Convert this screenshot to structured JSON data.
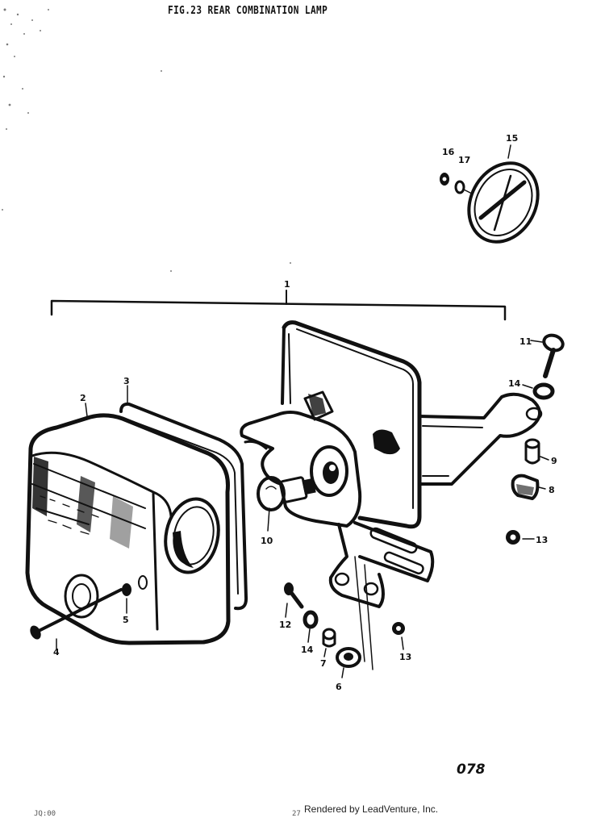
{
  "title": "FIG.23  REAR COMBINATION LAMP",
  "page_code": "078",
  "footer": "Rendered by LeadVenture, Inc.",
  "edge_left": "JQ:00",
  "edge_mid": "27",
  "callouts": {
    "c1": "1",
    "c2": "2",
    "c3": "3",
    "c4": "4",
    "c5": "5",
    "c6": "6",
    "c7": "7",
    "c8": "8",
    "c9": "9",
    "c10": "10",
    "c11": "11",
    "c12": "12",
    "c13a": "13",
    "c13b": "13",
    "c14a": "14",
    "c14b": "14",
    "c15": "15",
    "c16": "16",
    "c17": "17"
  }
}
